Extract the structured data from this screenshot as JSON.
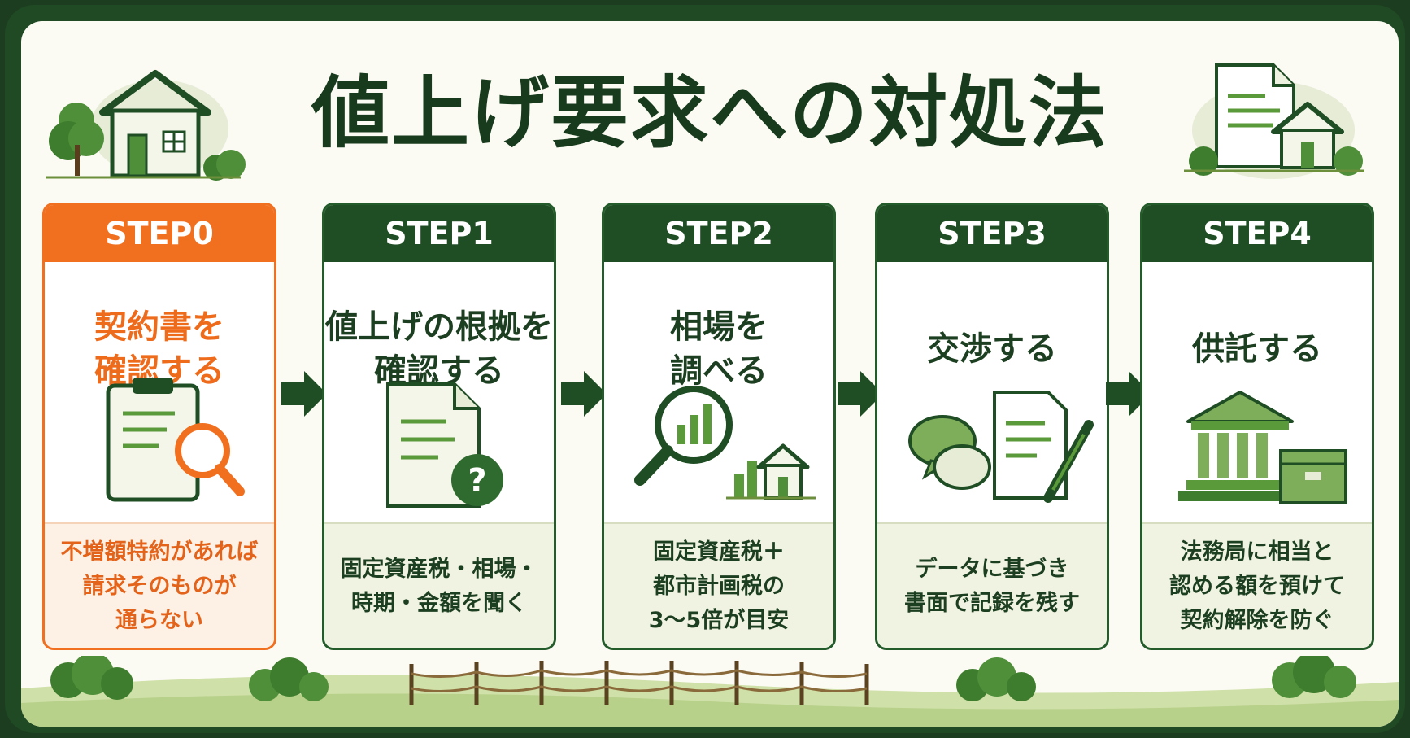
{
  "title": "値上げ要求への対処法",
  "steps": [
    {
      "label": "STEP0",
      "title": "契約書を\n確認する",
      "note": "不増額特約があれば\n請求そのものが\n通らない",
      "icon": "clipboard-magnifier-icon",
      "active": true
    },
    {
      "label": "STEP1",
      "title": "値上げの根拠を\n確認する",
      "note": "固定資産税・相場・\n時期・金額を聞く",
      "icon": "document-question-icon",
      "active": false
    },
    {
      "label": "STEP2",
      "title": "相場を\n調べる",
      "note": "固定資産税＋\n都市計画税の\n3～5倍が目安",
      "icon": "magnifier-chart-house-icon",
      "active": false
    },
    {
      "label": "STEP3",
      "title": "交渉する",
      "note": "データに基づき\n書面で記録を残す",
      "icon": "chat-document-pen-icon",
      "active": false
    },
    {
      "label": "STEP4",
      "title": "供託する",
      "note": "法務局に相当と\n認める額を預けて\n契約解除を防ぐ",
      "icon": "bank-box-icon",
      "active": false
    }
  ],
  "colors": {
    "dark_green": "#1f4d24",
    "orange": "#f07020",
    "light_green": "#f0f3e1",
    "accent_green": "#5a9a3a"
  }
}
